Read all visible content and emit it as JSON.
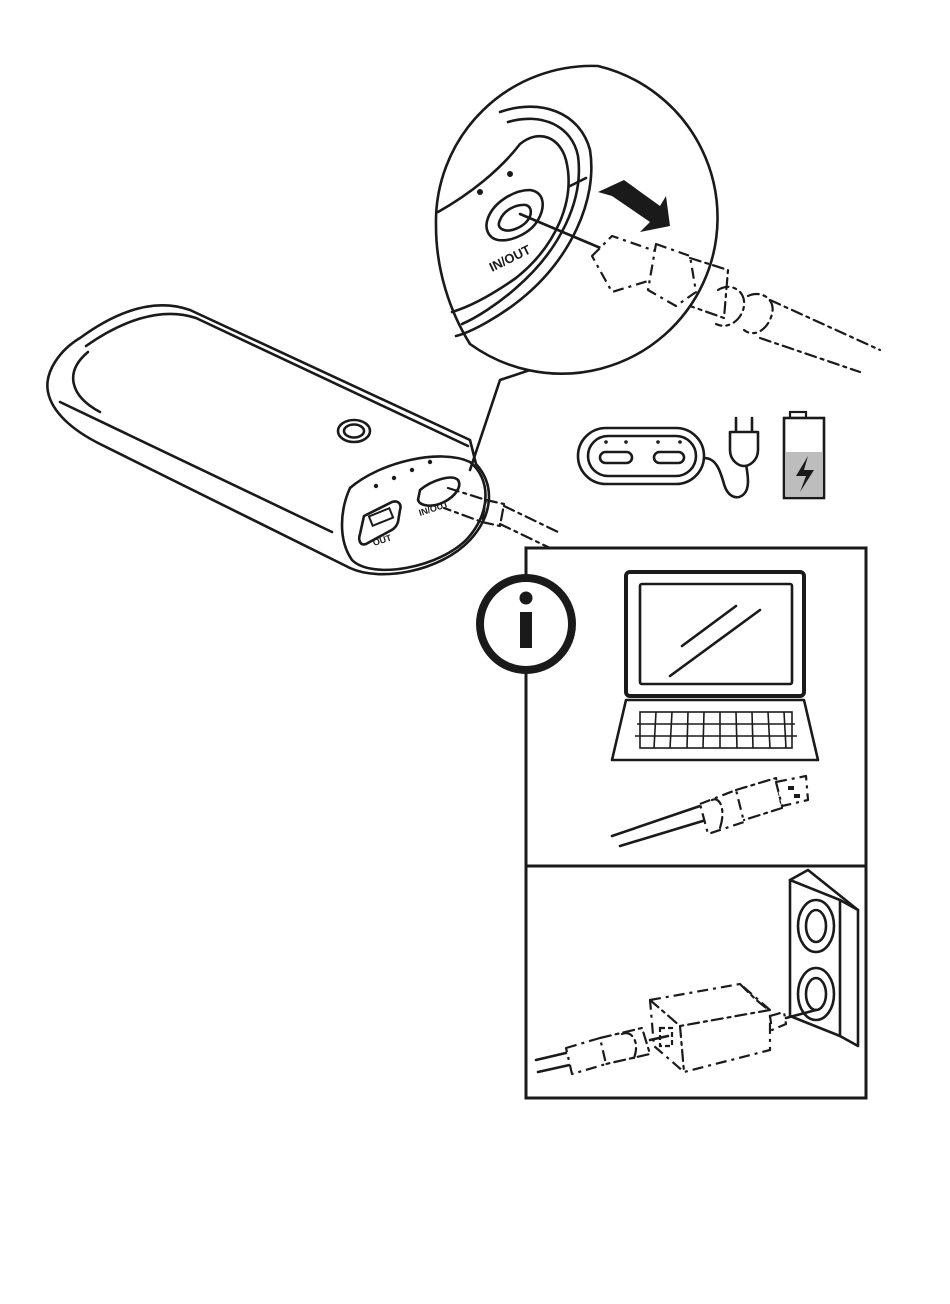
{
  "labels": {
    "in_out_port": "IN/OUT",
    "in_out_port_small": "IN/OUT",
    "out_port": "OUT",
    "info_symbol": "i"
  },
  "icons": [
    "power-bank",
    "magnified-port-callout",
    "insert-arrow-icon",
    "plug-icon",
    "battery-charging-icon",
    "info-icon",
    "laptop-icon",
    "usb-cable",
    "wall-outlet",
    "wall-adapter"
  ],
  "colors": {
    "line": "#1a1a1a",
    "background": "#ffffff",
    "battery_fill": "#bdbdbd"
  }
}
